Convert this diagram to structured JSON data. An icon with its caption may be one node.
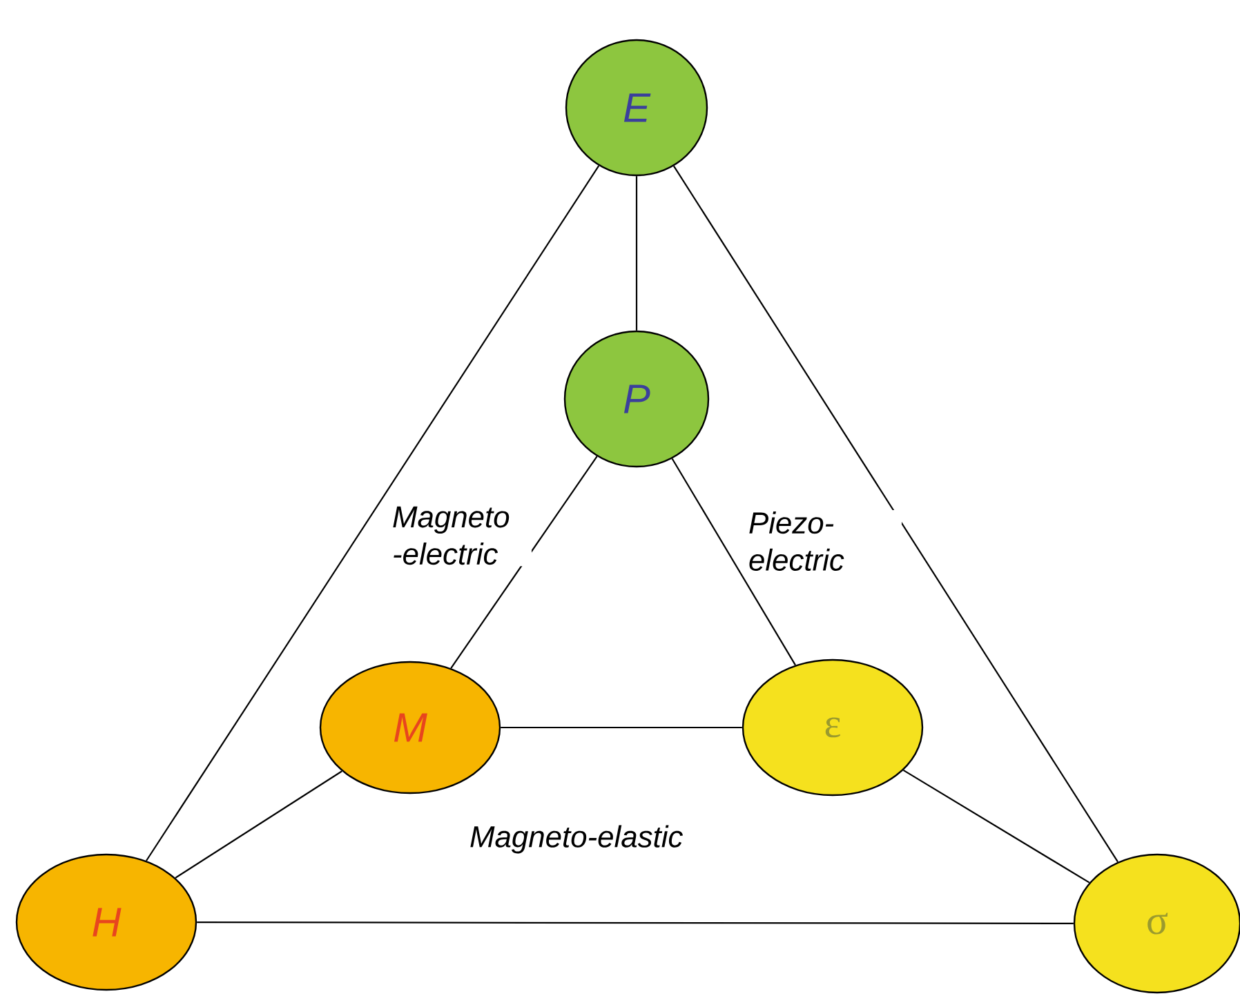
{
  "diagram": {
    "nodes": [
      {
        "text": [
          "E"
        ]
      },
      {
        "text": [
          "P"
        ]
      },
      {
        "text": [
          "M"
        ]
      },
      {
        "text": [
          "ε"
        ]
      },
      {
        "text": [
          "H"
        ]
      },
      {
        "text": [
          "σ"
        ]
      }
    ],
    "edges": [
      {
        "from": 0,
        "to": 1,
        "arrow": "none"
      },
      {
        "from": 0,
        "to": 4,
        "arrow": "none"
      },
      {
        "from": 0,
        "to": 5,
        "arrow": "none"
      },
      {
        "from": 1,
        "to": 2,
        "arrow": "none",
        "label": "Magneto -electric"
      },
      {
        "from": 1,
        "to": 3,
        "arrow": "none",
        "label": "Piezo- electric"
      },
      {
        "from": 2,
        "to": 3,
        "arrow": "none",
        "label": "Magneto-elastic"
      },
      {
        "from": 2,
        "to": 4,
        "arrow": "none"
      },
      {
        "from": 3,
        "to": 5,
        "arrow": "none"
      },
      {
        "from": 4,
        "to": 5,
        "arrow": "none"
      }
    ]
  }
}
